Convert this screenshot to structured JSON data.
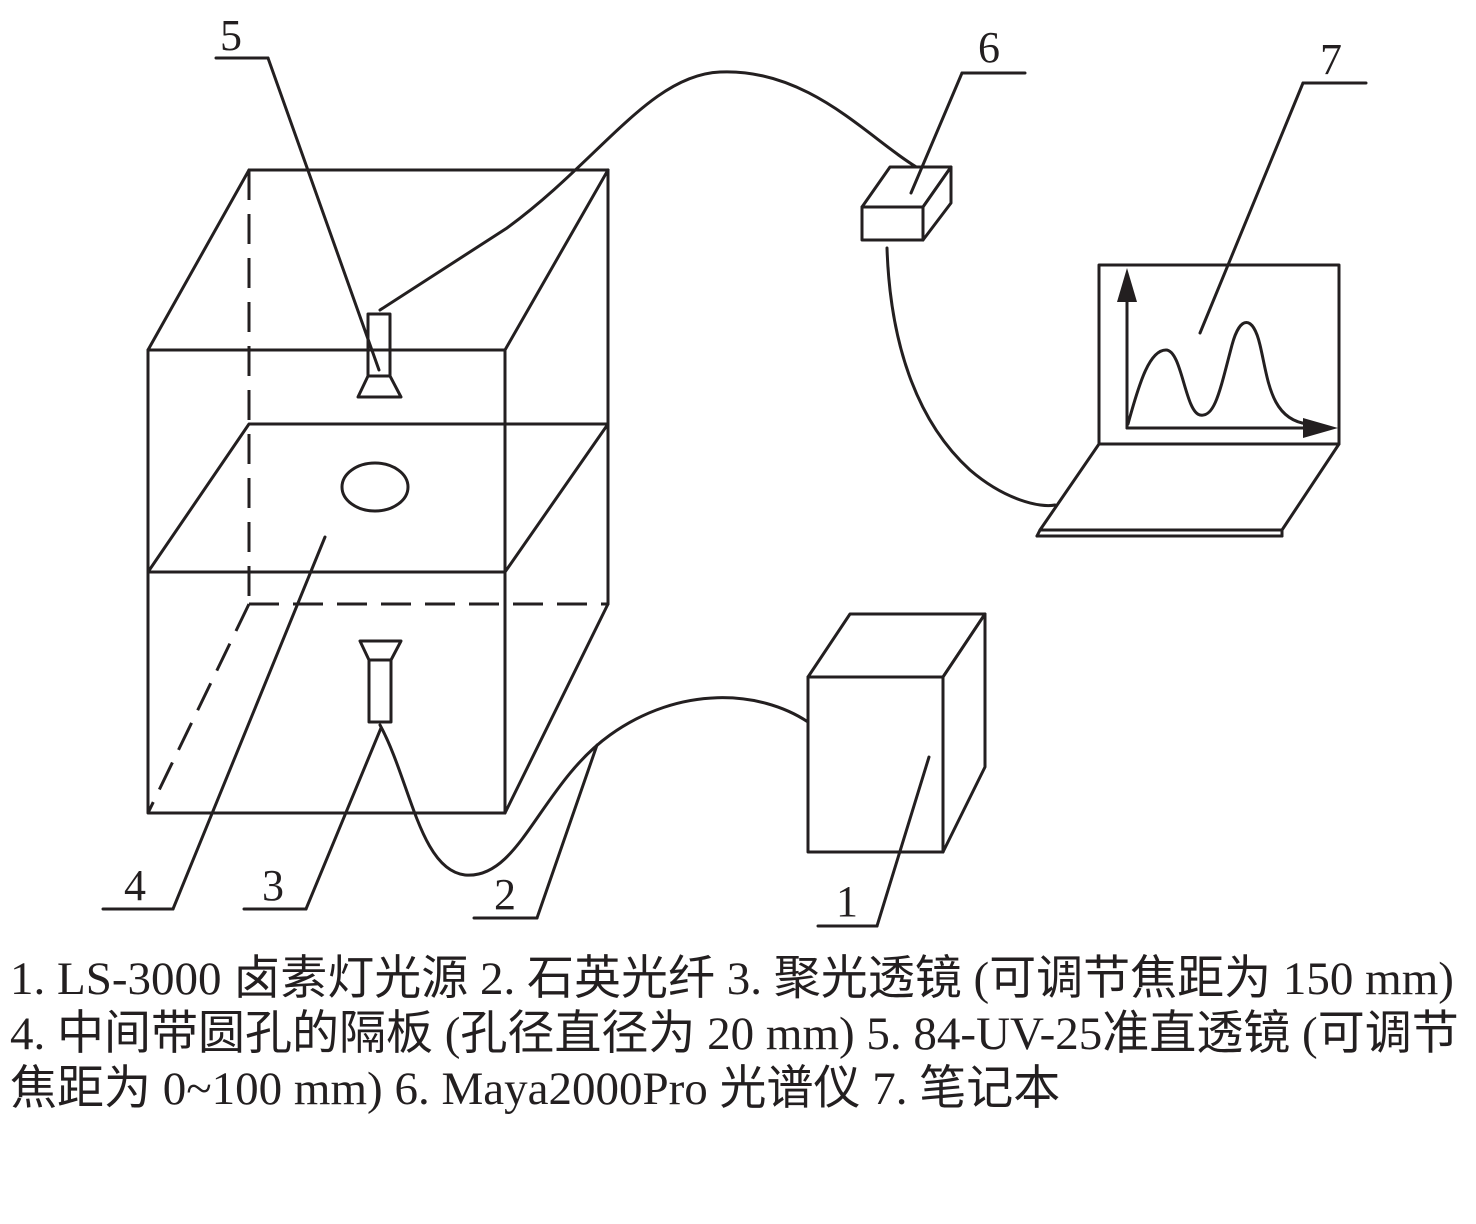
{
  "labels": {
    "n1": "1",
    "n2": "2",
    "n3": "3",
    "n4": "4",
    "n5": "5",
    "n6": "6",
    "n7": "7"
  },
  "caption": {
    "item1": "1. LS-3000 卤素灯光源",
    "item2": "2. 石英光纤",
    "item3": "3. 聚光透镜 (可调节焦距为 150 mm)",
    "item4": "4. 中间带圆孔的隔板 (孔径直径为 20 mm)",
    "item5": "5. 84-UV-25准直透镜 (可调节焦距为 0~100 mm)",
    "item6": "6. Maya2000Pro 光谱仪",
    "item7": "7. 笔记本"
  }
}
